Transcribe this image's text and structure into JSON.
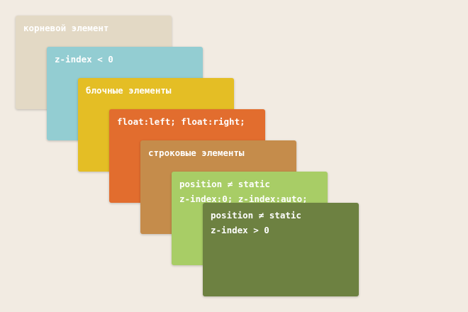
{
  "layers": [
    {
      "lines": [
        "корневой элемент"
      ],
      "color": "#e3d9c5"
    },
    {
      "lines": [
        "z-index < 0"
      ],
      "color": "#93cdd2"
    },
    {
      "lines": [
        "блочные элементы"
      ],
      "color": "#e4be25"
    },
    {
      "lines": [
        "float:left; float:right;"
      ],
      "color": "#e26d2e"
    },
    {
      "lines": [
        "строковые элементы"
      ],
      "color": "#c58c4b"
    },
    {
      "lines": [
        "position ≠ static",
        "z-index:0; z-index:auto;"
      ],
      "color": "#a8cd66"
    },
    {
      "lines": [
        "position ≠ static",
        "z-index > 0"
      ],
      "color": "#6d8141"
    }
  ]
}
